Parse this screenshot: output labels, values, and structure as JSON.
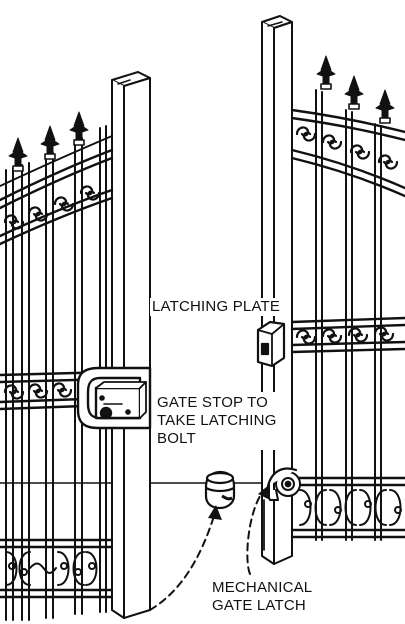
{
  "diagram": {
    "labels": {
      "latching_plate": "LATCHING PLATE",
      "gate_stop": [
        "GATE STOP TO",
        "TAKE LATCHING",
        "BOLT"
      ],
      "mechanical_latch": [
        "MECHANICAL",
        "GATE LATCH"
      ]
    }
  }
}
